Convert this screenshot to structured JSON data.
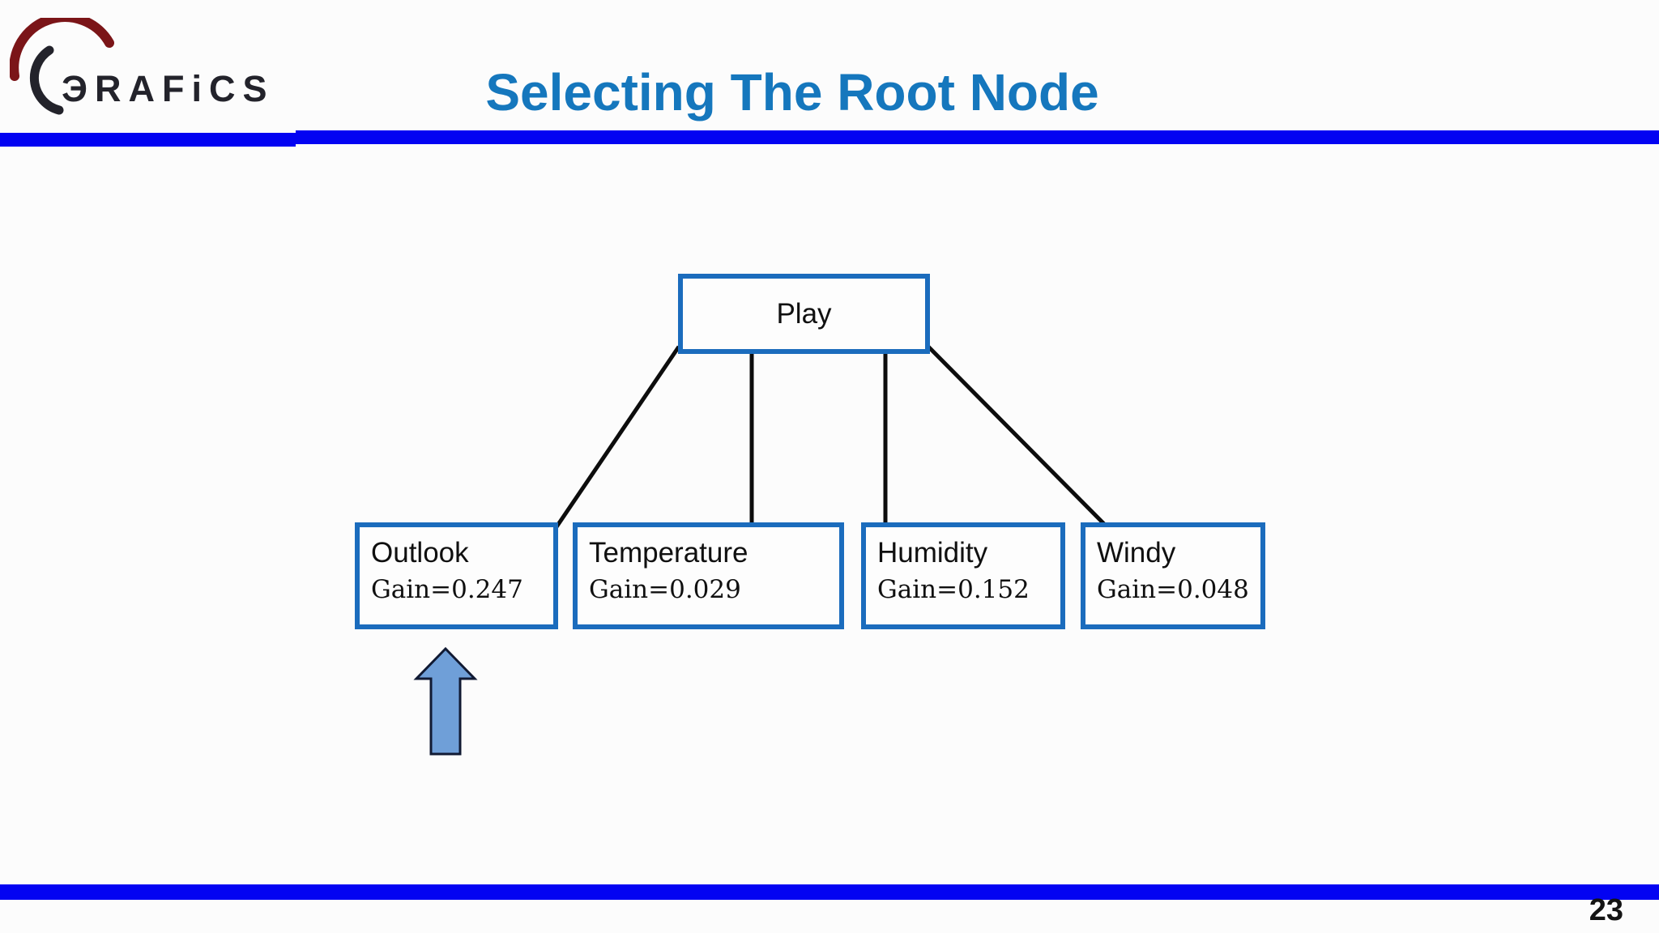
{
  "header": {
    "logo_text": "ЭRAFiCS",
    "title": "Selecting The Root Node"
  },
  "diagram": {
    "root": {
      "label": "Play"
    },
    "candidates": [
      {
        "label": "Outlook",
        "gain_text": "Gain=0.247"
      },
      {
        "label": "Temperature",
        "gain_text": "Gain=0.029"
      },
      {
        "label": "Humidity",
        "gain_text": "Gain=0.152"
      },
      {
        "label": "Windy",
        "gain_text": "Gain=0.048"
      }
    ],
    "selected_candidate": "Outlook"
  },
  "footer": {
    "page_number": "23"
  },
  "colors": {
    "title_blue": "#1577bd",
    "node_border": "#1b6cbd",
    "bar_blue": "#0303f2",
    "line_black": "#0d0d0d",
    "arrow_fill": "#6f9fd8",
    "arrow_stroke": "#111a33",
    "logo_red": "#7b1518",
    "logo_dark": "#23232b"
  }
}
